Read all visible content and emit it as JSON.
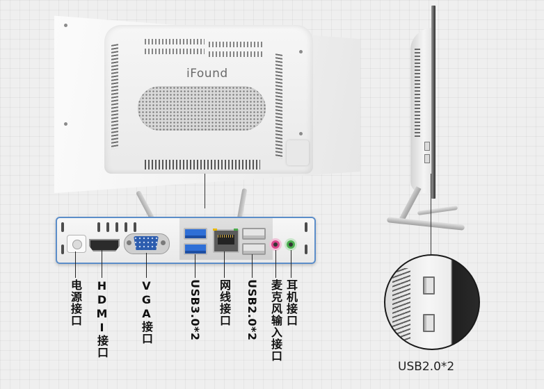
{
  "monitor": {
    "brand": "iFound"
  },
  "ports": [
    {
      "id": "power",
      "label": "电源接口"
    },
    {
      "id": "hdmi",
      "label": "HDMI接口"
    },
    {
      "id": "vga",
      "label": "VGA接口"
    },
    {
      "id": "usb3",
      "label": "USB3.0*2"
    },
    {
      "id": "lan",
      "label": "网线接口"
    },
    {
      "id": "usb2",
      "label": "USB2.0*2"
    },
    {
      "id": "mic",
      "label": "麦克风输入接口"
    },
    {
      "id": "headphone",
      "label": "耳机接口"
    }
  ],
  "side_view": {
    "usb_label": "USB2.0*2"
  },
  "colors": {
    "panel_border": "#5b8dc9",
    "usb3_blue": "#2f6fd6",
    "mic_pink": "#d9468b",
    "headphone_green": "#4caf50",
    "vga_blue": "#2d5dae"
  }
}
